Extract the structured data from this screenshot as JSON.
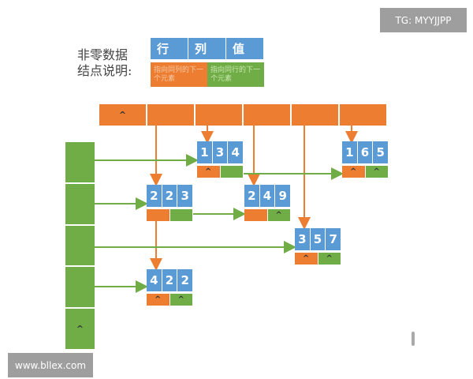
{
  "legend": {
    "title_line1": "非零数据",
    "title_line2": "结点说明:",
    "fields": [
      "行",
      "列",
      "值"
    ],
    "down_pointer": "指向同列的下一个元素",
    "right_pointer": "指向同行的下一个元素"
  },
  "null_symbol": "^",
  "column_heads": [
    "^",
    "",
    "",
    "",
    "",
    ""
  ],
  "row_heads": [
    "",
    "",
    "",
    "",
    "^"
  ],
  "nodes": [
    {
      "row": "1",
      "col": "3",
      "val": "4",
      "down": "^",
      "right": ""
    },
    {
      "row": "1",
      "col": "6",
      "val": "5",
      "down": "^",
      "right": "^"
    },
    {
      "row": "2",
      "col": "2",
      "val": "3",
      "down": "",
      "right": ""
    },
    {
      "row": "2",
      "col": "4",
      "val": "9",
      "down": "",
      "right": "^"
    },
    {
      "row": "3",
      "col": "5",
      "val": "7",
      "down": "^",
      "right": "^"
    },
    {
      "row": "4",
      "col": "2",
      "val": "2",
      "down": "^",
      "right": "^"
    }
  ],
  "watermarks": {
    "top_right": "TG: MYYJJPP",
    "bottom_left": "www.bllex.com"
  },
  "colors": {
    "blue": "#5b9bd5",
    "orange": "#ed7d31",
    "green": "#70ad47"
  }
}
